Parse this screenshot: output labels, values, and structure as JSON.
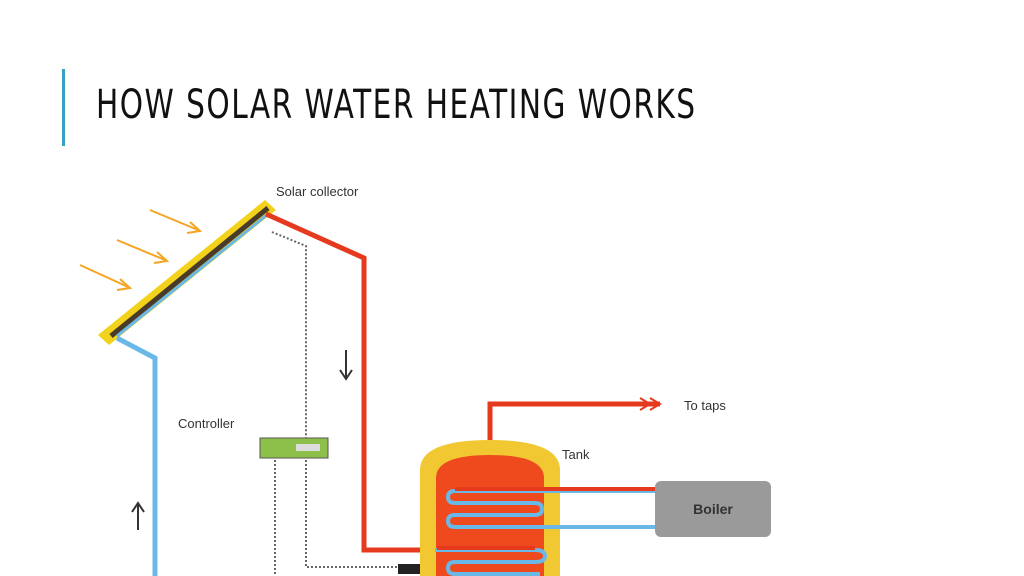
{
  "slide": {
    "title": "HOW SOLAR WATER HEATING WORKS"
  },
  "diagram": {
    "labels": {
      "solar_collector": "Solar collector",
      "controller": "Controller",
      "tank": "Tank",
      "boiler": "Boiler",
      "to_taps": "To taps"
    },
    "colors": {
      "accent": "#3a9fc6",
      "hot_pipe": "#e63a1e",
      "cold_pipe": "#6ab8e8",
      "collector": "#f2d21a",
      "tank_outer": "#f2c832",
      "tank_inner": "#ee4a1e",
      "controller": "#8cc04a",
      "boiler": "#9a9a9a",
      "sun_rays": "#f5a523"
    }
  }
}
